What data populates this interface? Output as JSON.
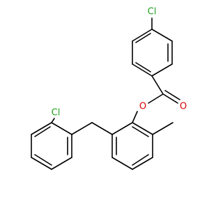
{
  "colors": {
    "background": "#ffffff",
    "bond": "#000000",
    "chlorine": "#1fa01f",
    "oxygen": "#e00000"
  },
  "atoms": {
    "cl_top": "Cl",
    "cl_left": "Cl",
    "o_ether": "O",
    "o_carbonyl": "O"
  }
}
